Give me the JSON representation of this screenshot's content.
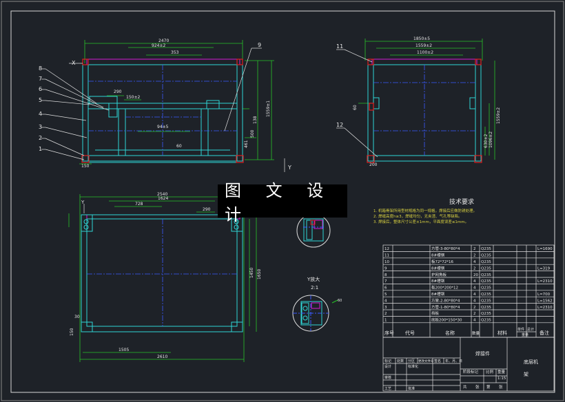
{
  "banner": "图 文 设 计",
  "technical_requirements": {
    "heading": "技术要求",
    "items": [
      "1. 机箱骨架所用型材规格为同一规格，焊接后应做防锈处理。",
      "2. 焊缝高度h≥3，焊缝均匀，无夹渣、气孔等缺陷。",
      "3. 焊接后，整体尺寸公差±1mm，平面度误差≤1mm。"
    ]
  },
  "front_view": {
    "dims": [
      "2470",
      "924±2",
      "353",
      "290",
      "150±2",
      "94±5",
      "60",
      "1559±1",
      "138",
      "461",
      "500",
      "150"
    ],
    "balloons": [
      "8",
      "7",
      "6",
      "5",
      "4",
      "3",
      "2",
      "1",
      "9"
    ],
    "view_mark": "X"
  },
  "side_view": {
    "dims": [
      "1850±5",
      "1559±2",
      "1100±2",
      "1559±2",
      "1096±2",
      "630±2",
      "60",
      "200"
    ],
    "balloons": [
      "11",
      "12"
    ]
  },
  "top_view": {
    "dims": [
      "2540",
      "1624",
      "728",
      "290",
      "1505",
      "2610",
      "1650",
      "1450",
      "30",
      "150"
    ],
    "view_mark": "Y"
  },
  "detail_view": {
    "label": "Y放大",
    "scale": "2:1"
  },
  "bom": {
    "rows": [
      {
        "no": "12",
        "name": "方管-3-80*80*4",
        "qty": "2",
        "mat": "Q235",
        "note": "L=1690"
      },
      {
        "no": "11",
        "name": "8#槽钢",
        "qty": "2",
        "mat": "Q235",
        "note": ""
      },
      {
        "no": "10",
        "name": "板72*72*16",
        "qty": "4",
        "mat": "Q235",
        "note": ""
      },
      {
        "no": "9",
        "name": "8#槽钢",
        "qty": "2",
        "mat": "Q235",
        "note": "L=319"
      },
      {
        "no": "8",
        "name": "护网角板",
        "qty": "20",
        "mat": "Q235",
        "note": ""
      },
      {
        "no": "7",
        "name": "8#槽钢",
        "qty": "4",
        "mat": "Q235",
        "note": "L=2310"
      },
      {
        "no": "6",
        "name": "板200*200*12",
        "qty": "4",
        "mat": "Q235",
        "note": ""
      },
      {
        "no": "5",
        "name": "8#槽钢",
        "qty": "4",
        "mat": "Q235",
        "note": "L=700"
      },
      {
        "no": "4",
        "name": "方管-2-80*80*4",
        "qty": "4",
        "mat": "Q235",
        "note": "L=1562"
      },
      {
        "no": "3",
        "name": "方管-1-80*80*4",
        "qty": "2",
        "mat": "Q235",
        "note": "L=2310"
      },
      {
        "no": "2",
        "name": "挡板",
        "qty": "2",
        "mat": "Q235",
        "note": ""
      },
      {
        "no": "1",
        "name": "底板200*150*30",
        "qty": "4",
        "mat": "Q235",
        "note": ""
      }
    ],
    "header": {
      "no": "序号",
      "code": "代号",
      "name": "名称",
      "qty": "数量",
      "mat": "材料",
      "single": "单件",
      "total": "总计",
      "weight": "重量",
      "note": "备注"
    }
  },
  "title_block": {
    "part_name": "焊接件",
    "machine": "底层机",
    "frame": "架",
    "scale_label": "比例",
    "weight_label": "重量",
    "scale": "1:15",
    "row1": [
      "标记",
      "处数",
      "分区",
      "更改文件号",
      "签名",
      "年、月、日"
    ],
    "design": "设计",
    "standard": "标准化",
    "stage_mark": "阶段标记",
    "review": "审核",
    "process": "工艺",
    "approve": "批准",
    "sheets": [
      "共",
      "张",
      "第",
      "张"
    ]
  }
}
